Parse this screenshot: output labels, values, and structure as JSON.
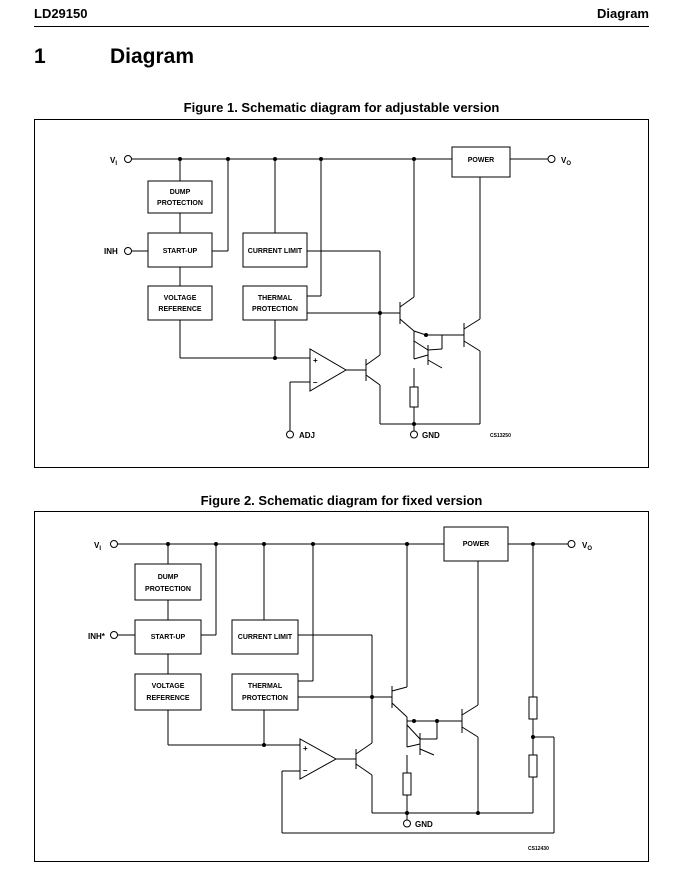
{
  "header": {
    "part_number": "LD29150",
    "section_right": "Diagram"
  },
  "section": {
    "number": "1",
    "title": "Diagram"
  },
  "figure1": {
    "caption": "Figure 1. Schematic diagram for adjustable version",
    "pins": {
      "vi": "V",
      "vi_sub": "I",
      "vo": "V",
      "vo_sub": "O",
      "inh": "INH",
      "adj": "ADJ",
      "gnd": "GND"
    },
    "blocks": {
      "dump_1": "DUMP",
      "dump_2": "PROTECTION",
      "startup": "START-UP",
      "vref_1": "VOLTAGE",
      "vref_2": "REFERENCE",
      "current_limit": "CURRENT LIMIT",
      "thermal_1": "THERMAL",
      "thermal_2": "PROTECTION",
      "power": "POWER"
    },
    "opamp": {
      "plus": "+",
      "minus": "–"
    },
    "ref_code": "CS13250"
  },
  "figure2": {
    "caption": "Figure 2. Schematic diagram for fixed version",
    "pins": {
      "vi": "V",
      "vi_sub": "I",
      "vo": "V",
      "vo_sub": "O",
      "inh": "INH*",
      "gnd": "GND"
    },
    "blocks": {
      "dump_1": "DUMP",
      "dump_2": "PROTECTION",
      "startup": "START-UP",
      "vref_1": "VOLTAGE",
      "vref_2": "REFERENCE",
      "current_limit": "CURRENT LIMIT",
      "thermal_1": "THERMAL",
      "thermal_2": "PROTECTION",
      "power": "POWER"
    },
    "opamp": {
      "plus": "+",
      "minus": "–"
    },
    "ref_code": "CS12430"
  }
}
